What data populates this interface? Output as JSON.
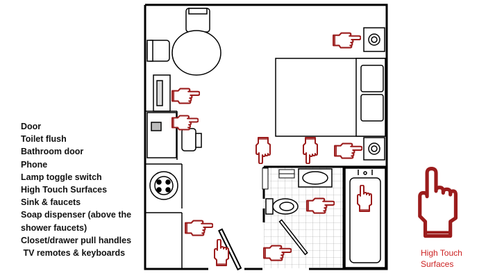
{
  "legend": {
    "items": [
      "Door",
      "Toilet flush",
      "Bathroom door",
      "Phone",
      "Lamp toggle switch",
      "High Touch Surfaces",
      "Sink & faucets",
      "Soap dispenser (above the",
      "shower faucets)",
      "Closet/drawer pull handles",
      " TV remotes & keyboards"
    ]
  },
  "key": {
    "label_line1": "High Touch",
    "label_line2": "Surfaces",
    "icon": "pointing-hand-icon",
    "color": "#cc2222"
  },
  "colors": {
    "wall": "#000000",
    "hand_outline": "#9b1c1c",
    "hand_fill": "#ffffff"
  }
}
